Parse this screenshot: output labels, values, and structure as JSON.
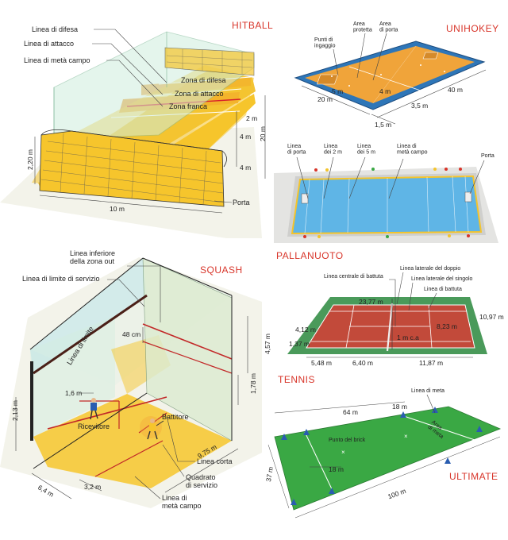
{
  "hitball": {
    "title": "HITBALL",
    "labels": {
      "difesa_line": "Linea di difesa",
      "attacco_line": "Linea di attacco",
      "meta_line": "Linea di metà campo",
      "zona_difesa": "Zona di difesa",
      "zona_attacco": "Zona di attacco",
      "zona_franca": "Zona franca",
      "porta": "Porta"
    },
    "dims": {
      "d2": "2 m",
      "d4a": "4 m",
      "d4b": "4 m",
      "d20": "20 m",
      "d220": "2,20 m",
      "d10": "10 m"
    }
  },
  "unihockey": {
    "title": "UNIHOKEY",
    "labels": {
      "ingaggio": "Punti di\ningaggio",
      "area_protetta": "Area\nprotetta",
      "area_porta": "Area\ndi porta"
    },
    "dims": {
      "d5": "5 m",
      "d4": "4 m",
      "d20": "20 m",
      "d15": "1,5 m",
      "d35": "3,5 m",
      "d40": "40 m"
    }
  },
  "pallanuoto": {
    "title": "PALLANUOTO",
    "labels": {
      "linea_porta": "Linea\ndi porta",
      "linea_2m": "Linea\ndei 2 m",
      "linea_5m": "Linea\ndei 5 m",
      "linea_meta": "Linea di\nmetà campo",
      "porta": "Porta"
    }
  },
  "squash": {
    "title": "SQUASH",
    "labels": {
      "linea_inferiore": "Linea inferiore\ndella zona out",
      "limite_servizio": "Linea di limite di servizio",
      "linea_limite": "Linea di limite",
      "battitore": "Battitore",
      "ricevitore": "Ricevitore",
      "linea_corta": "Linea corta",
      "quadrato": "Quadrato\ndi servizio",
      "meta_campo": "Linea di\nmetà campo"
    },
    "dims": {
      "d48": "48 cm",
      "d457": "4,57 m",
      "d178": "1,78 m",
      "d213": "2,13 m",
      "d16": "1,6 m",
      "d975": "9,75 m",
      "d64": "6,4 m",
      "d32": "3,2 m"
    }
  },
  "tennis": {
    "title": "TENNIS",
    "labels": {
      "centrale": "Linea centrale di battuta",
      "laterale_doppio": "Linea laterale del doppio",
      "laterale_singolo": "Linea laterale del singolo",
      "battuta": "Linea di battuta"
    },
    "dims": {
      "d2377": "23,77 m",
      "d412": "4,12 m",
      "d137": "1,37 m",
      "d823": "8,23 m",
      "d1097": "10,97 m",
      "d1mca": "1 m c.a",
      "d548": "5,48 m",
      "d640": "6,40 m",
      "d1187": "11,87 m"
    }
  },
  "ultimate": {
    "title": "ULTIMATE",
    "labels": {
      "linea_meta": "Linea di meta",
      "area_meta": "Area\ndi meta",
      "brick": "Punto del brick"
    },
    "dims": {
      "d64": "64 m",
      "d18a": "18 m",
      "d18b": "18 m",
      "d37": "37 m",
      "d100": "100 m"
    }
  },
  "colors": {
    "court_yellow": "#f6c52c",
    "court_orange": "#ee9c2e",
    "glass": "#cfeedd",
    "water": "#5fb5e6",
    "tennis_green": "#4a9a5a",
    "tennis_red": "#c24a3a",
    "ultimate_green": "#3aa844",
    "title_red": "#d8352a"
  }
}
